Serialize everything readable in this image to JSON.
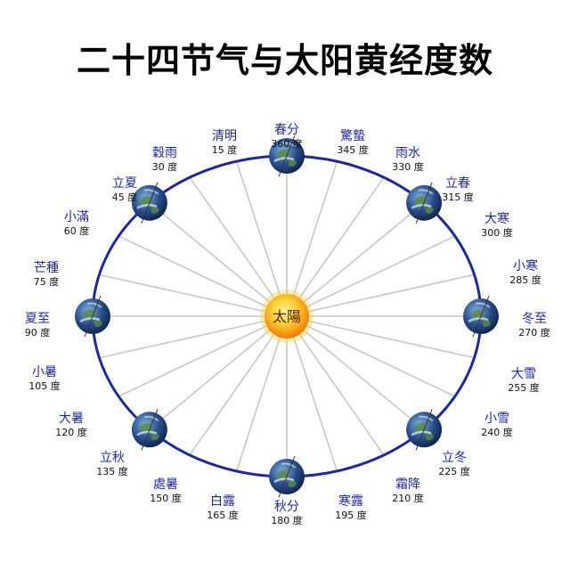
{
  "title": "二十四节气与太阳黄经度数",
  "sun_label": "太陽",
  "colors": {
    "orbit": "#1e2a9c",
    "spoke": "#c8c8c8",
    "term_name": "#1f2a96",
    "degree": "#111111",
    "sun_core": "#ffd23a",
    "sun_edge": "#f07a00",
    "earth_ocean": "#2a4f8c",
    "earth_land": "#5a8a4a",
    "earth_cloud": "#e8eef5"
  },
  "icons": {
    "sun": "sun-icon",
    "earth": "earth-icon"
  },
  "terms": [
    {
      "name": "春分",
      "degree": "360 度",
      "earth": true
    },
    {
      "name": "清明",
      "degree": "15 度",
      "earth": false
    },
    {
      "name": "穀雨",
      "degree": "30 度",
      "earth": false
    },
    {
      "name": "立夏",
      "degree": "45 度",
      "earth": true
    },
    {
      "name": "小滿",
      "degree": "60 度",
      "earth": false
    },
    {
      "name": "芒種",
      "degree": "75 度",
      "earth": false
    },
    {
      "name": "夏至",
      "degree": "90 度",
      "earth": true
    },
    {
      "name": "小暑",
      "degree": "105 度",
      "earth": false
    },
    {
      "name": "大暑",
      "degree": "120 度",
      "earth": false
    },
    {
      "name": "立秋",
      "degree": "135 度",
      "earth": true
    },
    {
      "name": "處暑",
      "degree": "150 度",
      "earth": false
    },
    {
      "name": "白露",
      "degree": "165 度",
      "earth": false
    },
    {
      "name": "秋分",
      "degree": "180 度",
      "earth": true
    },
    {
      "name": "寒露",
      "degree": "195 度",
      "earth": false
    },
    {
      "name": "霜降",
      "degree": "210 度",
      "earth": false
    },
    {
      "name": "立冬",
      "degree": "225 度",
      "earth": true
    },
    {
      "name": "小雪",
      "degree": "240 度",
      "earth": false
    },
    {
      "name": "大雪",
      "degree": "255 度",
      "earth": false
    },
    {
      "name": "冬至",
      "degree": "270 度",
      "earth": true
    },
    {
      "name": "小寒",
      "degree": "285 度",
      "earth": false
    },
    {
      "name": "大寒",
      "degree": "300 度",
      "earth": false
    },
    {
      "name": "立春",
      "degree": "315 度",
      "earth": true
    },
    {
      "name": "雨水",
      "degree": "330 度",
      "earth": false
    },
    {
      "name": "驚蟄",
      "degree": "345 度",
      "earth": false
    }
  ]
}
